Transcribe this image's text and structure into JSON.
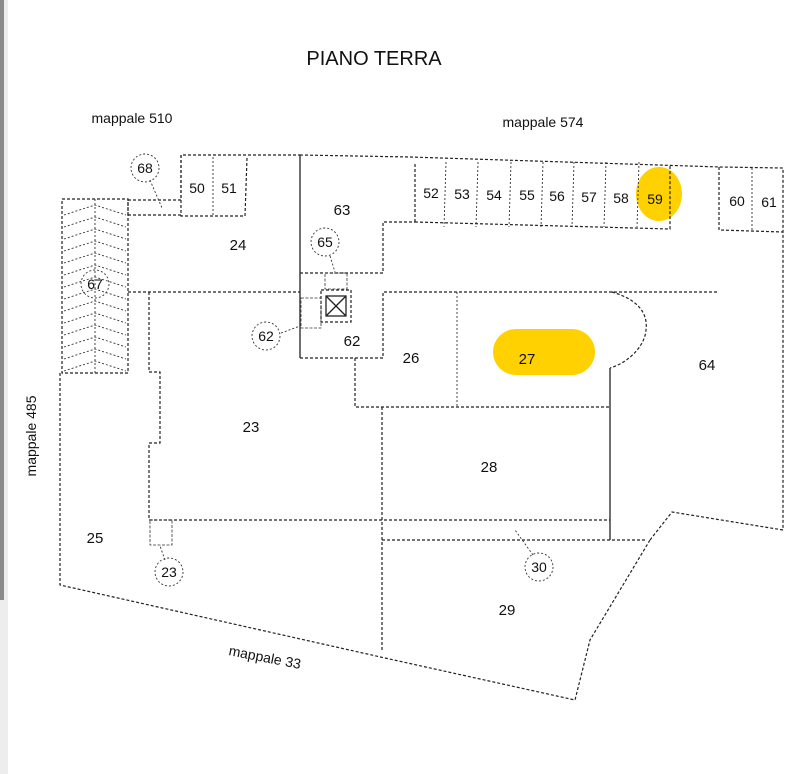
{
  "title": "PIANO TERRA",
  "neighbors": {
    "north_west": "mappale 510",
    "north": "mappale 574",
    "west": "mappale 485",
    "south": "mappale 33"
  },
  "highlight_color": "#FFD100",
  "rooms": [
    {
      "id": "23",
      "highlighted": false
    },
    {
      "id": "24",
      "highlighted": false
    },
    {
      "id": "25",
      "highlighted": false
    },
    {
      "id": "26",
      "highlighted": false
    },
    {
      "id": "27",
      "highlighted": true
    },
    {
      "id": "28",
      "highlighted": false
    },
    {
      "id": "29",
      "highlighted": false
    },
    {
      "id": "62",
      "highlighted": false
    },
    {
      "id": "63",
      "highlighted": false
    },
    {
      "id": "64",
      "highlighted": false
    }
  ],
  "garages": [
    {
      "id": "50",
      "highlighted": false
    },
    {
      "id": "51",
      "highlighted": false
    },
    {
      "id": "52",
      "highlighted": false
    },
    {
      "id": "53",
      "highlighted": false
    },
    {
      "id": "54",
      "highlighted": false
    },
    {
      "id": "55",
      "highlighted": false
    },
    {
      "id": "56",
      "highlighted": false
    },
    {
      "id": "57",
      "highlighted": false
    },
    {
      "id": "58",
      "highlighted": false
    },
    {
      "id": "59",
      "highlighted": true
    },
    {
      "id": "60",
      "highlighted": false
    },
    {
      "id": "61",
      "highlighted": false
    }
  ],
  "callouts": [
    {
      "id": "68"
    },
    {
      "id": "65"
    },
    {
      "id": "67"
    },
    {
      "id": "62"
    },
    {
      "id": "23"
    },
    {
      "id": "30"
    }
  ]
}
